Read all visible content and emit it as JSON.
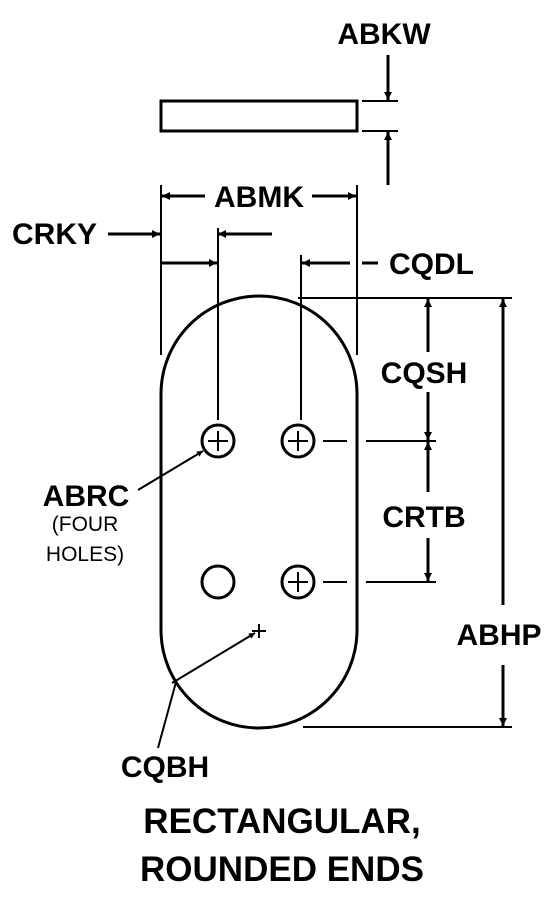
{
  "labels": {
    "abkw": "ABKW",
    "abmk": "ABMK",
    "crky": "CRKY",
    "cqdl": "CQDL",
    "cqsh": "CQSH",
    "crtb": "CRTB",
    "abhp": "ABHP",
    "abrc": "ABRC",
    "abrc_note_line1": "(FOUR",
    "abrc_note_line2": "HOLES)",
    "cqbh": "CQBH"
  },
  "title": {
    "line1": "RECTANGULAR,",
    "line2": "ROUNDED ENDS"
  },
  "colors": {
    "stroke": "#000000",
    "background": "#ffffff"
  }
}
